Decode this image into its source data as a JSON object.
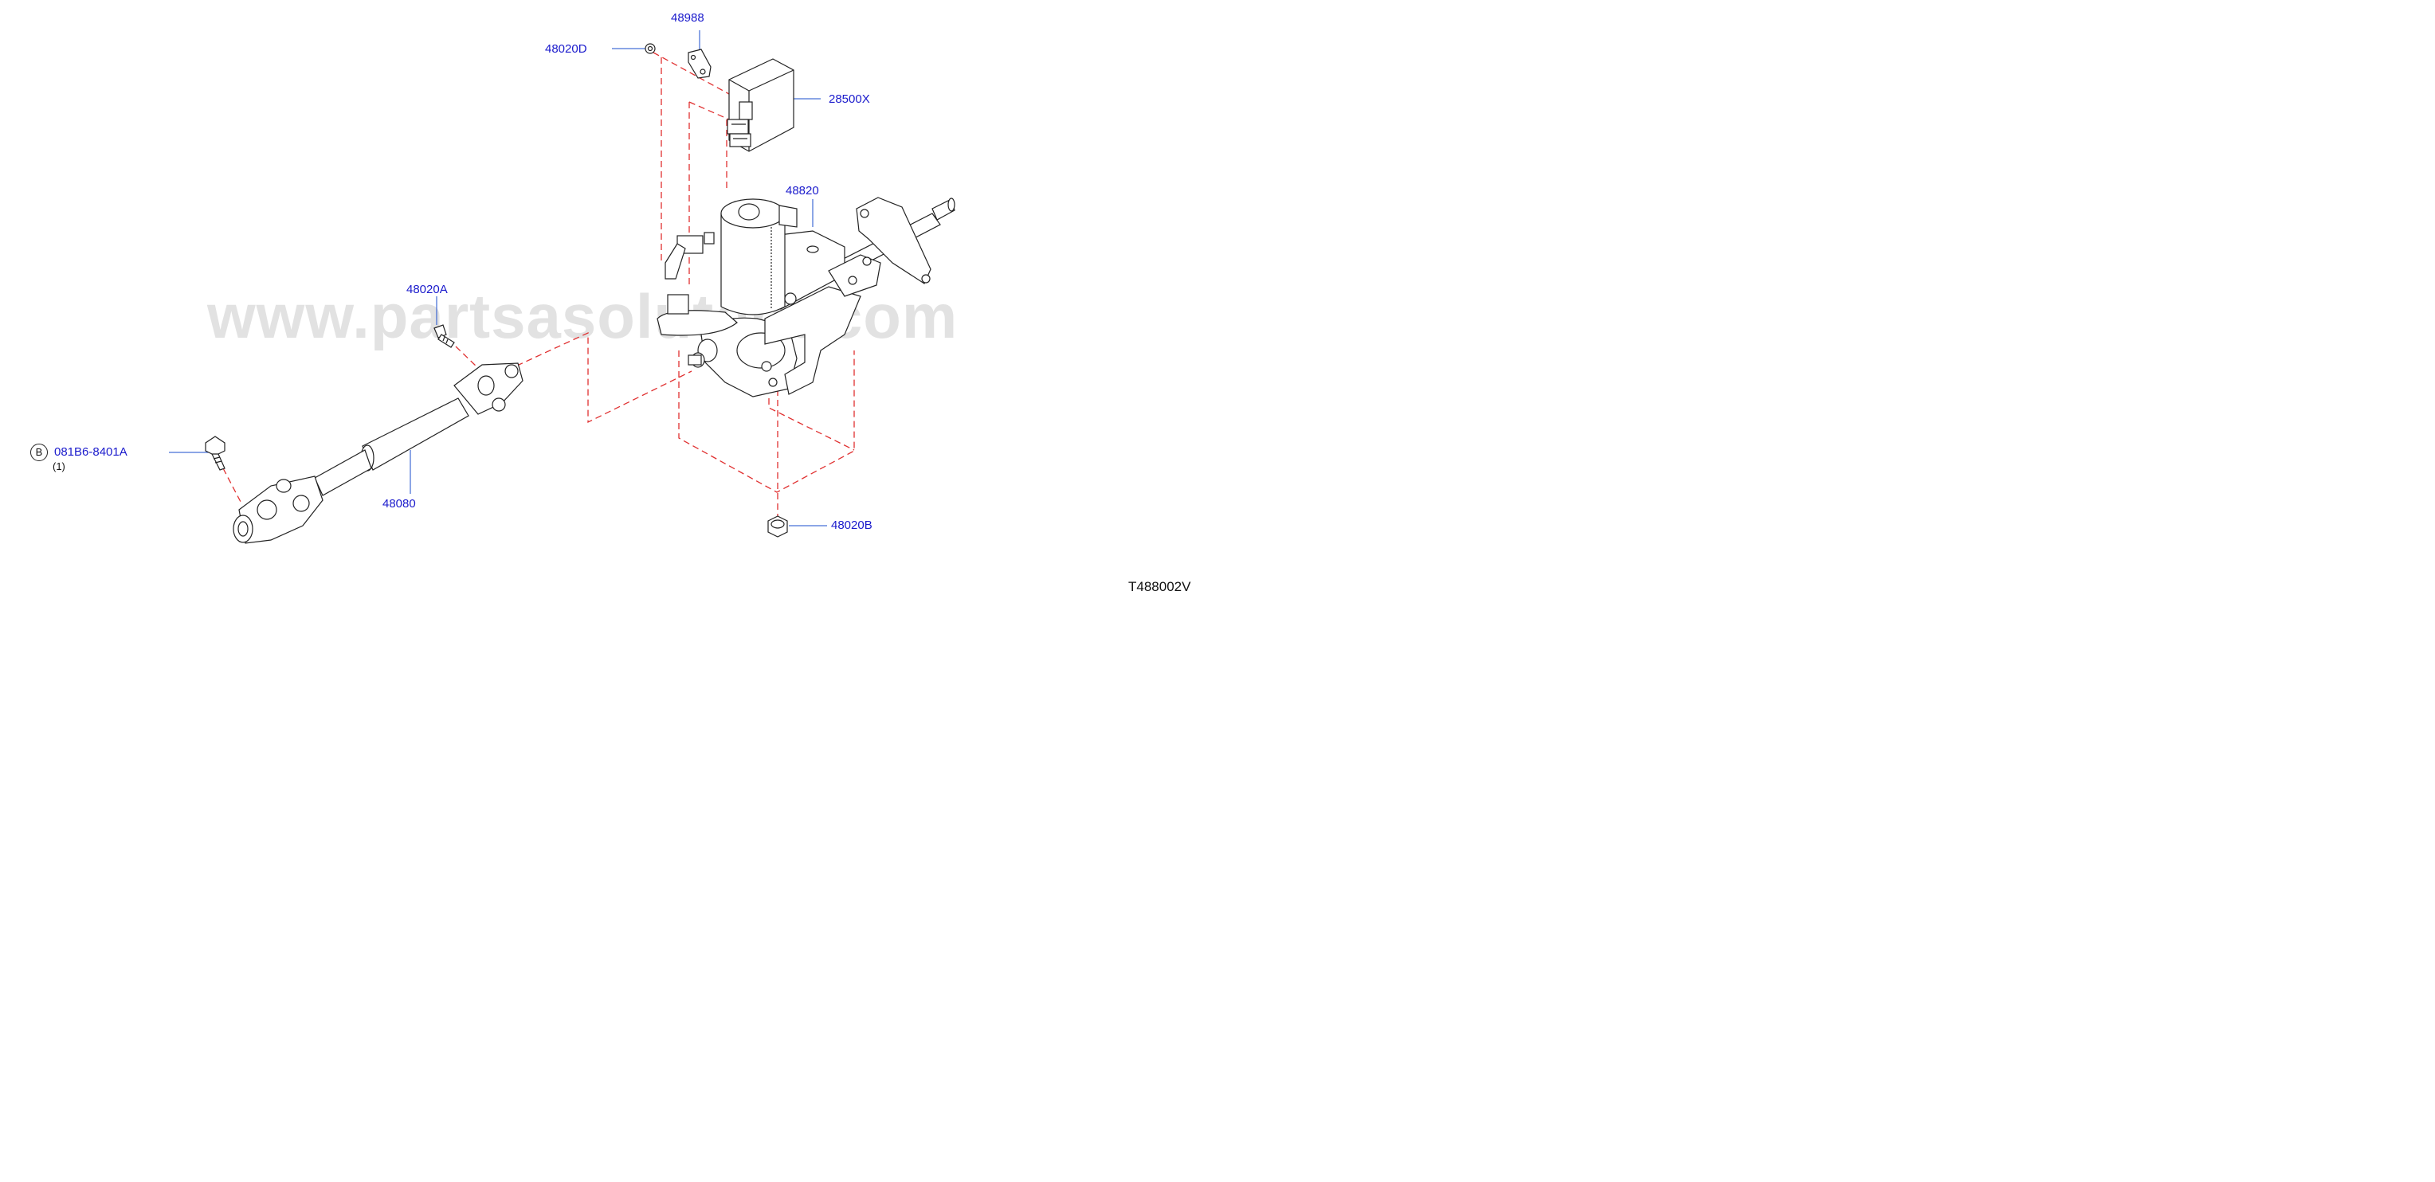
{
  "watermark": "www.partsasolutent.com",
  "diagram_code": "T488002V",
  "colors": {
    "label": "#1a1acc",
    "dashed": "#e03030",
    "leader": "#1a4ccc",
    "line": "#222222"
  },
  "labels": {
    "p48988": "48988",
    "p48020D": "48020D",
    "p28500X": "28500X",
    "p48820": "48820",
    "p48020A": "48020A",
    "p48080": "48080",
    "p48020B": "48020B",
    "bolt_code": "081B6-8401A",
    "bolt_qty": "(1)",
    "bolt_marker": "B"
  }
}
